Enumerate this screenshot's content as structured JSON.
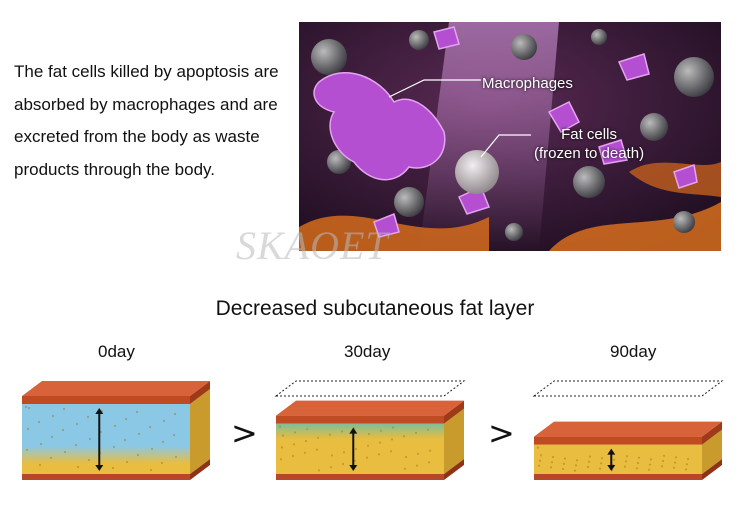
{
  "intro_text": "The fat cells killed by apoptosis are absorbed by macrophages and are excreted from the body as waste products through the body.",
  "micrograph": {
    "macrophages_label": "Macrophages",
    "fat_cells_label_line1": "Fat cells",
    "fat_cells_label_line2": "(frozen to death)"
  },
  "watermark": "SKAOET",
  "section_title": "Decreased subcutaneous fat layer",
  "stages": [
    {
      "label": "0day",
      "fat_thickness_fraction": 1.0
    },
    {
      "label": "30day",
      "fat_thickness_fraction": 0.72
    },
    {
      "label": "90day",
      "fat_thickness_fraction": 0.42
    }
  ],
  "comparison_symbol": ">",
  "colors": {
    "skin_top": "#d8633a",
    "skin_front": "#c04a22",
    "fat_yellow": "#e9bd3f",
    "fat_blue": "#8bc8e6",
    "base_red": "#b8472a",
    "micro_bg": "#241024",
    "macrophage": "#b34fd0"
  }
}
